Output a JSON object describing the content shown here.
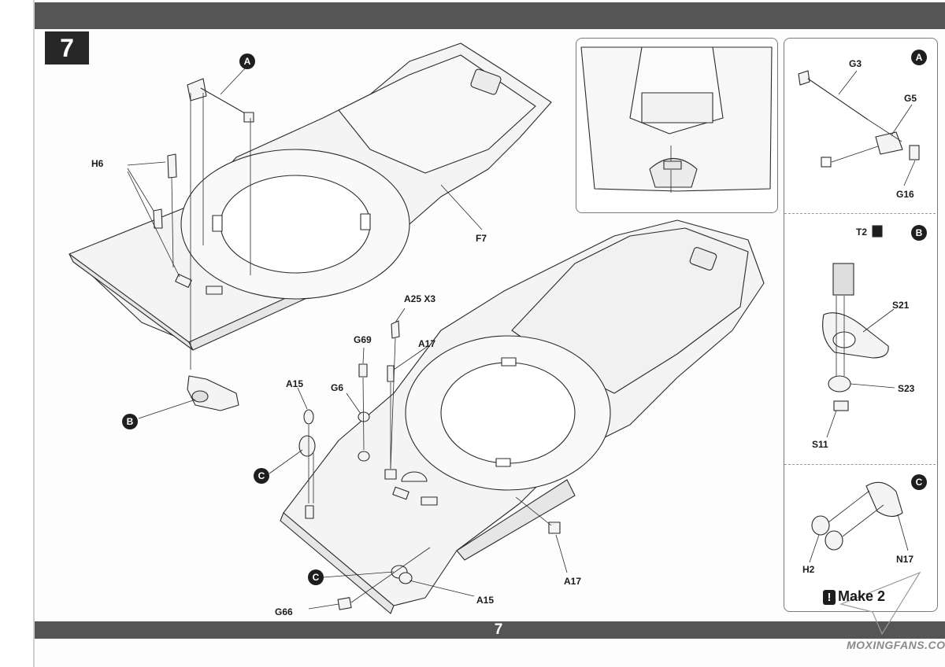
{
  "step": "7",
  "page_number": "7",
  "make_count": "Make 2",
  "watermark": "MOXINGFANS.COM",
  "callouts": {
    "a": "A",
    "b": "B",
    "c": "C"
  },
  "main": {
    "labels": {
      "h6": "H6",
      "f7": "F7",
      "a25x3": "A25 X3",
      "g69": "G69",
      "a17_top": "A17",
      "a15_top": "A15",
      "g6": "G6",
      "a17_bottom": "A17",
      "a15_bottom": "A15",
      "g66": "G66"
    }
  },
  "detail_a": {
    "labels": {
      "g3": "G3",
      "g5": "G5",
      "g16": "G16"
    }
  },
  "detail_b": {
    "labels": {
      "t2": "T2",
      "s21": "S21",
      "s23": "S23",
      "s11": "S11"
    }
  },
  "detail_c": {
    "labels": {
      "h2": "H2",
      "n17": "N17"
    }
  },
  "colors": {
    "band": "#555555",
    "step_box": "#262626",
    "line": "#2a2a2a",
    "part_fill": "#f4f4f4"
  }
}
